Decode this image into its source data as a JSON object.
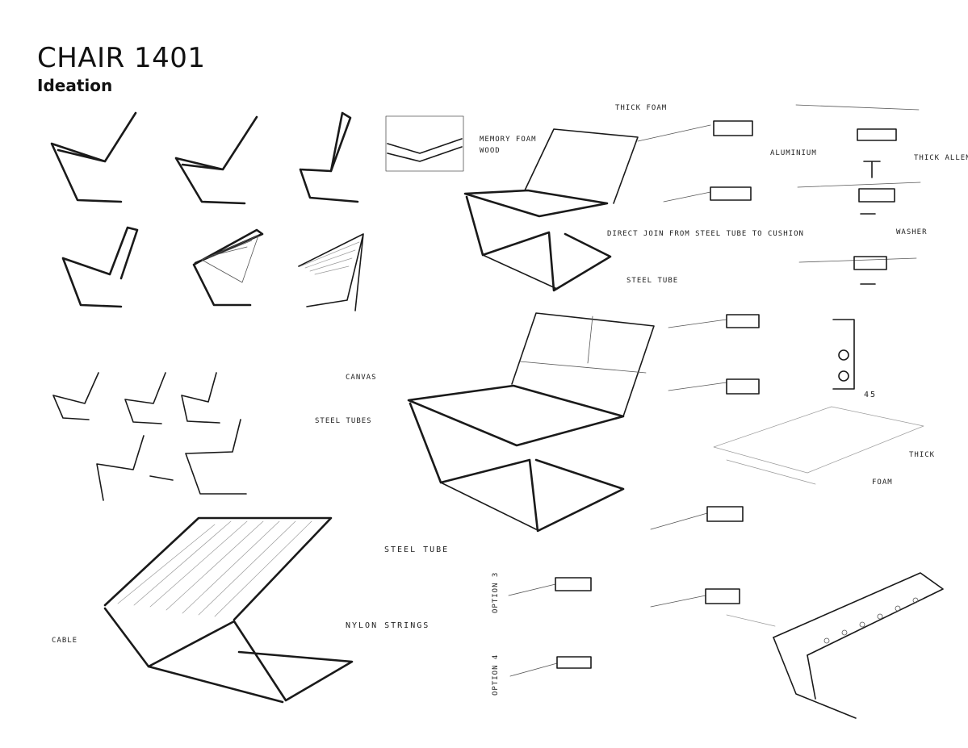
{
  "header": {
    "title": "CHAIR 1401",
    "subtitle": "Ideation"
  },
  "annotations": {
    "memory_foam": "MEMORY FOAM",
    "wood": "WOOD",
    "thick_foam": "THICK FOAM",
    "aluminium": "ALUMINIUM",
    "thick_allen_screw": "THICK ALLEN SCREW",
    "washer": "WASHER",
    "direct_join": "DIRECT JOIN FROM STEEL TUBE TO CUSHION",
    "steel_tube_small": "STEEL TUBE",
    "canvas": "CANVAS",
    "steel_tubes": "STEEL TUBES",
    "thick": "THICK",
    "foam": "FOAM",
    "steel_tube": "STEEL TUBE",
    "nylon_strings": "NYLON STRINGS",
    "cable": "CABLE",
    "option3": "OPTION 3",
    "option4": "OPTION 4",
    "dimension": "45"
  }
}
